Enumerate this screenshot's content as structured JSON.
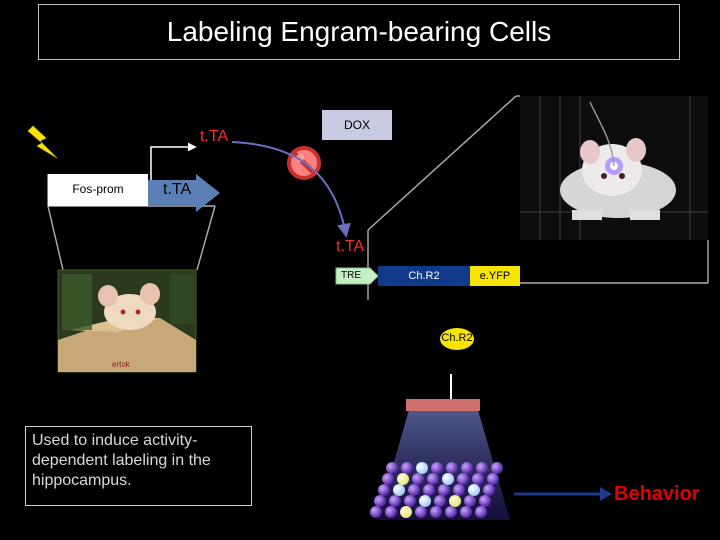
{
  "title": "Labeling Engram-bearing Cells",
  "promoter_label": "Fos-prom",
  "tta_upper": "t.TA",
  "tta_arrow": "t.TA",
  "dox_label": "DOX",
  "tta_bound": "t.TA",
  "tre_label": "TRE",
  "chr2_gene": "Ch.R2",
  "eyfp_label": "e.YFP",
  "chr2_protein": "Ch.R2",
  "note_text": "Used to induce activity-dependent labeling in the hippocampus.",
  "behavior_label": "Behavior",
  "box_caption": "ertok",
  "colors": {
    "accent_red": "#e00000",
    "tta_text": "#ff2a2a",
    "arrow_blue": "#5b7fb5",
    "dox_fill": "#c9cbe4",
    "tre_fill": "#c7efc7",
    "chr2_fill": "#123a8a",
    "eyfp_fill": "#f7e400",
    "neuron_purple": "#6a2bbf"
  }
}
